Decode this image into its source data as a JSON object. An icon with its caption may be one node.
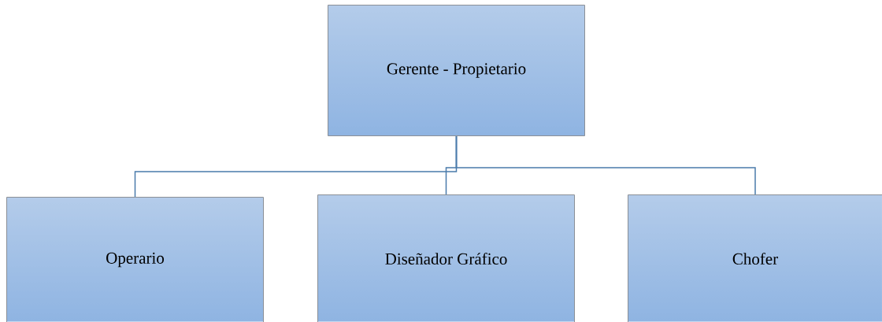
{
  "diagram": {
    "nodes": [
      {
        "text": [
          "Gerente - Propietario"
        ]
      },
      {
        "text": [
          "Operario"
        ]
      },
      {
        "text": [
          "Diseñador Gráfico"
        ]
      },
      {
        "text": [
          "Chofer"
        ]
      }
    ],
    "edges": [
      {
        "from": 0,
        "to": 1,
        "arrow": "none"
      },
      {
        "from": 0,
        "to": 2,
        "arrow": "none"
      },
      {
        "from": 0,
        "to": 3,
        "arrow": "none"
      }
    ]
  }
}
